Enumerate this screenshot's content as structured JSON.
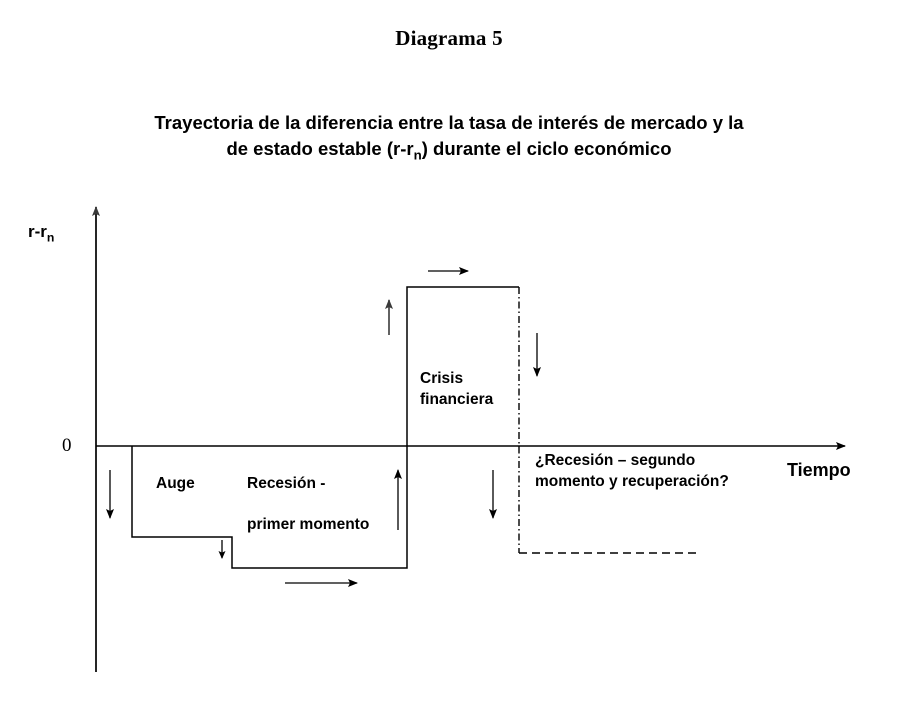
{
  "figure": {
    "title": "Diagrama 5",
    "subtitle_line1": "Trayectoria de la diferencia entre la tasa de interés de mercado y la",
    "subtitle_line2_pre": "de estado estable (r-r",
    "subtitle_line2_sub": "n",
    "subtitle_line2_post": ") durante el ciclo económico"
  },
  "axes": {
    "y_label_main": "r-r",
    "y_label_sub": "n",
    "x_label": "Tiempo",
    "zero_tick": "0"
  },
  "annotations": {
    "auge": "Auge",
    "recesion_line1": "Recesión -",
    "recesion_line2": "primer momento",
    "crisis_line1": "Crisis",
    "crisis_line2": "financiera",
    "segundo_momento": "¿Recesión – segundo momento y recuperación?"
  },
  "colors": {
    "stroke": "#000000",
    "arrow_gray": "#595959",
    "background": "#ffffff"
  },
  "chart_data": {
    "type": "line",
    "title": "Trayectoria de la diferencia entre la tasa de interés de mercado y la de estado estable (r-rn) durante el ciclo económico",
    "xlabel": "Tiempo",
    "ylabel": "r-rn",
    "grid": false,
    "legend": "none",
    "ylim": [
      -3,
      3
    ],
    "zero_line": 0,
    "step_segments": [
      {
        "phase": "Auge",
        "x_start": 0.0,
        "x_end": 0.16,
        "level": -1,
        "style": "solid"
      },
      {
        "phase": "Recesión - primer momento",
        "x_start": 0.16,
        "x_end": 0.42,
        "level": -2,
        "style": "solid"
      },
      {
        "phase": "Crisis financiera",
        "x_start": 0.42,
        "x_end": 0.56,
        "level": 2,
        "style": "solid"
      },
      {
        "phase": "¿Recesión – segundo momento y recuperación?",
        "x_start": 0.56,
        "x_end": 0.8,
        "level": -2,
        "style": "dashed"
      }
    ],
    "direction_arrows": [
      {
        "at": "inicio auge",
        "direction": "down"
      },
      {
        "at": "auge a recesión",
        "direction": "down"
      },
      {
        "at": "recesión primer momento",
        "direction": "right"
      },
      {
        "at": "recesión a crisis",
        "direction": "up"
      },
      {
        "at": "crisis financiera",
        "direction": "right"
      },
      {
        "at": "crisis a recesión segundo momento",
        "direction": "down"
      },
      {
        "at": "recesión segundo momento",
        "direction": "down"
      }
    ]
  }
}
